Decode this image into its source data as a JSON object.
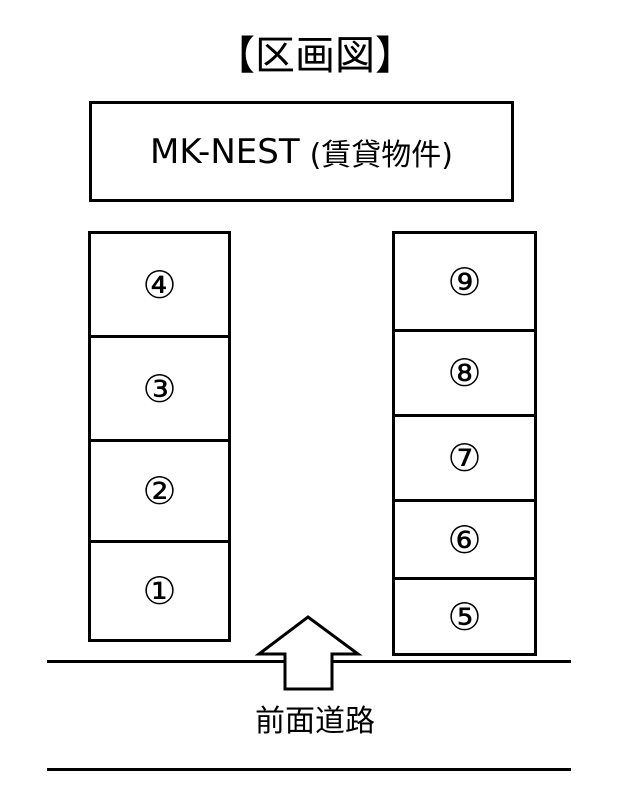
{
  "title": "【区画図】",
  "building": {
    "name": "MK-NEST",
    "type": "(賃貸物件)"
  },
  "left_spaces": [
    "④",
    "③",
    "②",
    "①"
  ],
  "right_spaces": [
    "⑨",
    "⑧",
    "⑦",
    "⑥",
    "⑤"
  ],
  "road": {
    "label": "前面道路"
  }
}
